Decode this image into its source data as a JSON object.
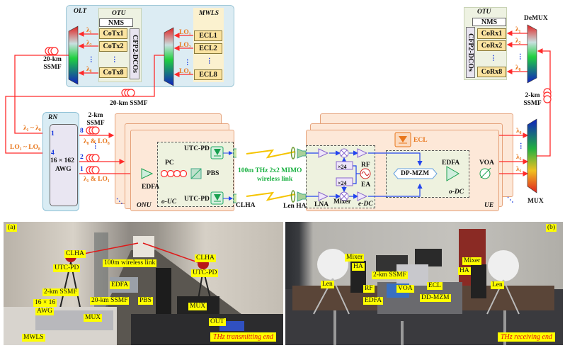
{
  "olt": {
    "title": "OLT",
    "otu": {
      "title": "OTU",
      "nms": "NMS",
      "module": "CFP2-DCOs",
      "tx": [
        "CoTx1",
        "CoTx2",
        "⋮",
        "CoTx8"
      ],
      "lambdas": [
        "λ₁",
        "λ₂",
        "⋮",
        "λ₈"
      ]
    },
    "mwls": {
      "title": "MWLS",
      "ecl": [
        "ECL1",
        "ECL2",
        "⋮",
        "ECL8"
      ],
      "lo": [
        "LO₁",
        "LO₂",
        "⋮",
        "LO₈"
      ]
    }
  },
  "fibers": {
    "olt_ssmf": "20-km SSMF",
    "lo_ssmf": "20-km SSMF",
    "drop_ssmf": "2-km SSMF",
    "ue_ssmf": "2-km SSMF"
  },
  "rn": {
    "title": "RN",
    "awg": "16 × 162",
    "awg2": "AWG",
    "in_lambda": "λ₁ ~ λ₈",
    "in_lo": "LO₁ ~ LO₈",
    "ports": {
      "in1": "1",
      "in4": "4",
      "out8": "8",
      "out2": "2",
      "out1": "1",
      "dots": "⋮"
    },
    "out8_label": "λ₈ & LO₈",
    "out1_label": "λ₁ & LO₁"
  },
  "onu": {
    "title": "ONU",
    "ouc": "o-UC",
    "edfa": "EDFA",
    "pc": "PC",
    "pbs": "PBS",
    "pd_top": "UTC-PD",
    "pd_bottom": "UTC-PD",
    "clha": "CLHA",
    "more": "⋱"
  },
  "link": {
    "line1": "100m THz 2x2 MIMO",
    "line2": "wireless link"
  },
  "ue": {
    "title": "UE",
    "len_ha": "Len HA",
    "edc": "e-DC",
    "lna": "LNA",
    "mixer": "Mixer",
    "ea": "EA",
    "rf": "RF",
    "mult1": "×24",
    "mult2": "×24",
    "ecl": "ECL",
    "odc": "o-DC",
    "mzm": "DP-MZM",
    "edfa": "EDFA",
    "voa": "VOA",
    "more": "⋱"
  },
  "mux": {
    "label": "MUX",
    "lambdas": [
      "λ₈",
      "⋮",
      "λ₂",
      "λ₁"
    ]
  },
  "demux": {
    "label": "DeMUX"
  },
  "otu_rx": {
    "title": "OTU",
    "nms": "NMS",
    "module": "CFP2-DCOs",
    "rx": [
      "CoRx1",
      "CoRx2",
      "⋮",
      "CoRx8"
    ],
    "lambdas": [
      "λ₁",
      "λ₂",
      "⋮",
      "λ₈"
    ]
  },
  "photo_a": {
    "tag": "(a)",
    "caption": "THz transmitting end",
    "labels": {
      "clha_l": "CLHA",
      "utc_l": "UTC-PD",
      "link": "100m wireless link",
      "clha_r": "CLHA",
      "utc_r": "UTC-PD",
      "edfa": "EDFA",
      "ssmf2": "2-km SSMF",
      "ssmf20": "20-km SSMF",
      "pbs": "PBS",
      "awg1": "16 × 16",
      "awg2": "AWG",
      "mux_l": "MUX",
      "mux_r": "MUX",
      "out": "OUT",
      "mwls": "MWLS"
    }
  },
  "photo_b": {
    "tag": "(b)",
    "caption": "THz receiving end",
    "labels": {
      "mixer_l": "Mixer",
      "ha_l": "HA",
      "ssmf": "2-km SSMF",
      "len_l": "Len",
      "rf": "RF",
      "voa": "VOA",
      "ecl": "ECL",
      "edfa": "EDFA",
      "mzm": "DD-MZM",
      "mixer_r": "Mixer",
      "ha_r": "HA",
      "len_r": "Len"
    }
  },
  "colors": {
    "fiber": "#ff2a2a",
    "rf_line": "#2244ee",
    "label_bg": "#ffff00",
    "caption_text": "#e01010"
  }
}
